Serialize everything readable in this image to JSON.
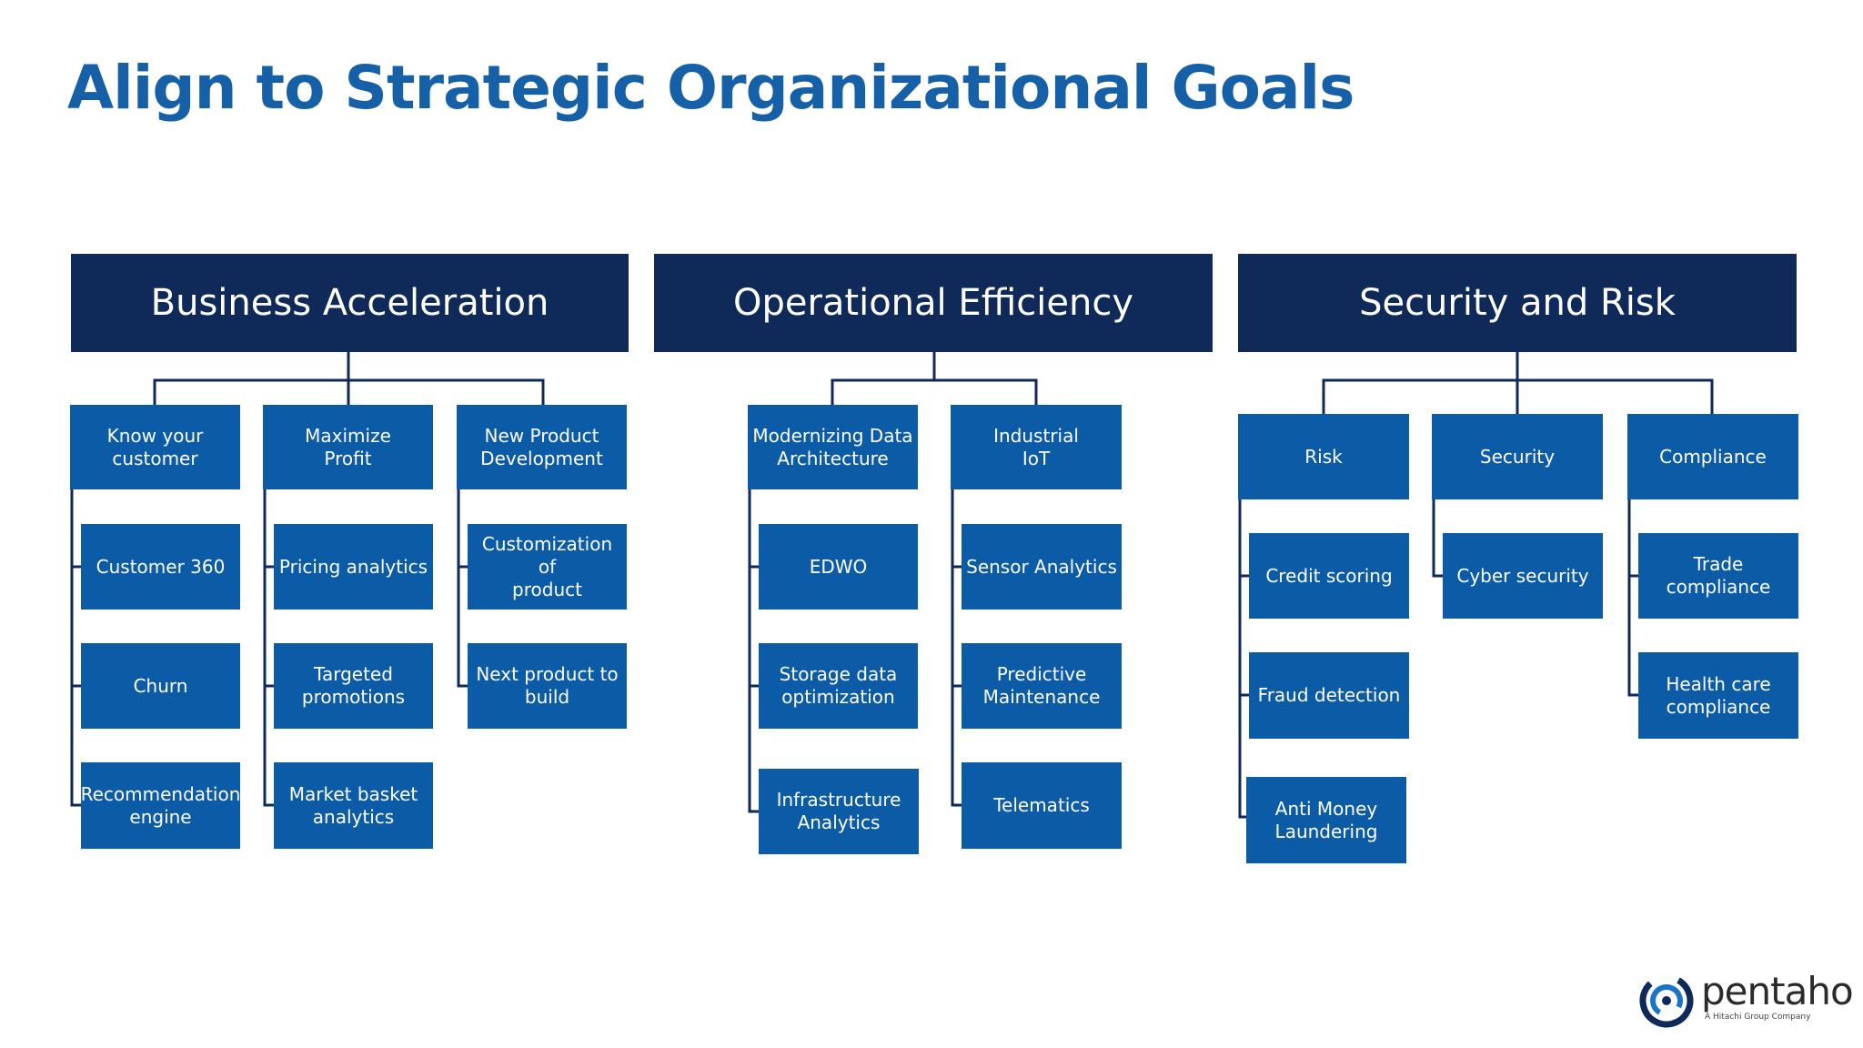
{
  "slide": {
    "title": "Align to Strategic Organizational Goals"
  },
  "columns": [
    {
      "header": "Business Acceleration",
      "categories": [
        {
          "label": "Know your\ncustomer",
          "items": [
            "Customer 360",
            "Churn",
            "Recommendation\nengine"
          ]
        },
        {
          "label": "Maximize\nProfit",
          "items": [
            "Pricing analytics",
            "Targeted\npromotions",
            "Market basket\nanalytics"
          ]
        },
        {
          "label": "New Product\nDevelopment",
          "items": [
            "Customization of\nproduct",
            "Next product to\nbuild"
          ]
        }
      ]
    },
    {
      "header": "Operational Efficiency",
      "categories": [
        {
          "label": "Modernizing Data\nArchitecture",
          "items": [
            "EDWO",
            "Storage data\noptimization",
            "Infrastructure\nAnalytics"
          ]
        },
        {
          "label": "Industrial\nIoT",
          "items": [
            "Sensor Analytics",
            "Predictive\nMaintenance",
            "Telematics"
          ]
        }
      ]
    },
    {
      "header": "Security and Risk",
      "categories": [
        {
          "label": "Risk",
          "items": [
            "Credit scoring",
            "Fraud detection",
            "Anti Money\nLaundering"
          ]
        },
        {
          "label": "Security",
          "items": [
            "Cyber security"
          ]
        },
        {
          "label": "Compliance",
          "items": [
            "Trade compliance",
            "Health care\ncompliance"
          ]
        }
      ]
    }
  ],
  "logo": {
    "name": "pentaho",
    "tagline": "A Hitachi Group Company",
    "icon": "pentaho-swirl-icon"
  },
  "colors": {
    "title": "#1660a8",
    "header_bg": "#0f2a59",
    "box_bg": "#0b5ba6",
    "connector": "#0f2a59"
  }
}
